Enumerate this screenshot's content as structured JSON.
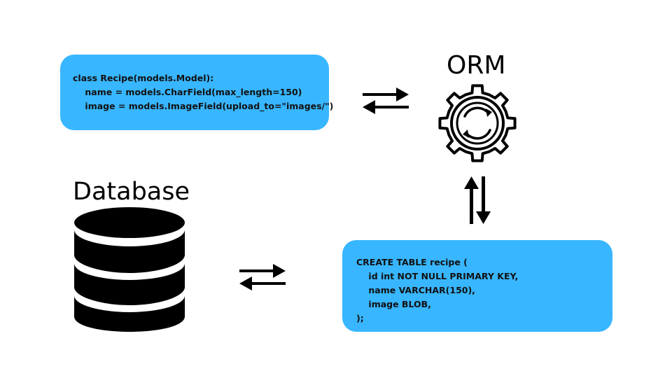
{
  "colors": {
    "box_fill": "#38b6ff",
    "ink": "#000000",
    "background": "#ffffff"
  },
  "python_code": {
    "lines": [
      "class Recipe(models.Model):",
      "    name = models.CharField(max_length=150)",
      "    image = models.ImageField(upload_to=\"images/\")"
    ]
  },
  "sql_code": {
    "lines": [
      "CREATE TABLE recipe (",
      "    id int NOT NULL PRIMARY KEY,",
      "    name VARCHAR(150),",
      "    image BLOB,",
      ");"
    ]
  },
  "orm": {
    "title": "ORM",
    "icon": "gear-icon"
  },
  "database": {
    "title": "Database",
    "icon": "database-icon"
  },
  "arrows": {
    "code_to_orm": "bidirectional-horizontal-arrows-icon",
    "orm_to_sql": "bidirectional-vertical-arrows-icon",
    "db_to_sql": "bidirectional-horizontal-arrows-icon"
  }
}
